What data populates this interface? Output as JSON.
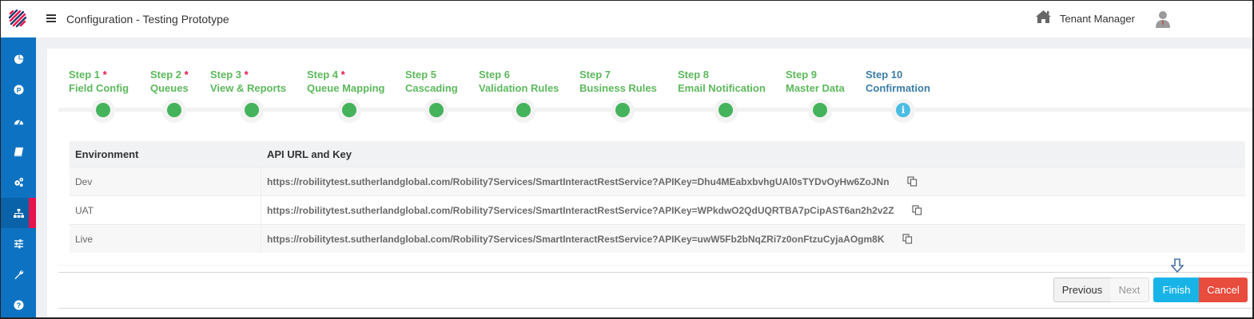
{
  "header": {
    "app_title": "Configuration - Testing Prototype",
    "tenant_label": "Tenant Manager",
    "icons": [
      "logo-icon",
      "hamburger-icon",
      "home-icon",
      "user-icon"
    ]
  },
  "sidebar": {
    "items": [
      {
        "name": "pie-chart",
        "icon": "pie-chart-icon",
        "active": false
      },
      {
        "name": "parking",
        "icon": "p-circle-icon",
        "active": false
      },
      {
        "name": "dashboard",
        "icon": "gauge-icon",
        "active": false
      },
      {
        "name": "book",
        "icon": "book-icon",
        "active": false
      },
      {
        "name": "settings",
        "icon": "cogs-icon",
        "active": false
      },
      {
        "name": "hierarchy",
        "icon": "sitemap-icon",
        "active": true
      },
      {
        "name": "sliders",
        "icon": "sliders-icon",
        "active": false
      },
      {
        "name": "tools",
        "icon": "wrench-icon",
        "active": false
      },
      {
        "name": "help",
        "icon": "question-circle-icon",
        "active": false
      }
    ],
    "accent_color": "#e8124e",
    "bg_color": "#0d72c2"
  },
  "wizard": {
    "steps": [
      {
        "num": "Step 1",
        "name": "Field Config",
        "required": "*",
        "status": "complete"
      },
      {
        "num": "Step 2",
        "name": "Queues",
        "required": "*",
        "status": "complete"
      },
      {
        "num": "Step 3",
        "name": "View & Reports",
        "required": "*",
        "status": "complete"
      },
      {
        "num": "Step 4",
        "name": "Queue Mapping",
        "required": "*",
        "status": "complete"
      },
      {
        "num": "Step 5",
        "name": "Cascading",
        "required": "",
        "status": "complete"
      },
      {
        "num": "Step 6",
        "name": "Validation Rules",
        "required": "",
        "status": "complete"
      },
      {
        "num": "Step 7",
        "name": "Business Rules",
        "required": "",
        "status": "complete"
      },
      {
        "num": "Step 8",
        "name": "Email Notification",
        "required": "",
        "status": "complete"
      },
      {
        "num": "Step 9",
        "name": "Master Data",
        "required": "",
        "status": "complete"
      },
      {
        "num": "Step 10",
        "name": "Confirmation",
        "required": "",
        "status": "current",
        "dot_label": "i"
      }
    ],
    "complete_color": "#45b35c",
    "current_color": "#4bbde3"
  },
  "table": {
    "headers": [
      "Environment",
      "API URL and Key"
    ],
    "rows": [
      {
        "env": "Dev",
        "url": "https://robilitytest.sutherlandglobal.com/Robility7Services/SmartInteractRestService?APIKey=Dhu4MEabxbvhgUAl0sTYDvOyHw6ZoJNn"
      },
      {
        "env": "UAT",
        "url": "https://robilitytest.sutherlandglobal.com/Robility7Services/SmartInteractRestService?APIKey=WPkdwO2QdUQRTBA7pCipAST6an2h2v2Z"
      },
      {
        "env": "Live",
        "url": "https://robilitytest.sutherlandglobal.com/Robility7Services/SmartInteractRestService?APIKey=uwW5Fb2bNqZRi7z0onFtzuCyjaAOgm8K"
      }
    ]
  },
  "footer": {
    "previous_label": "Previous",
    "next_label": "Next",
    "finish_label": "Finish",
    "cancel_label": "Cancel"
  }
}
